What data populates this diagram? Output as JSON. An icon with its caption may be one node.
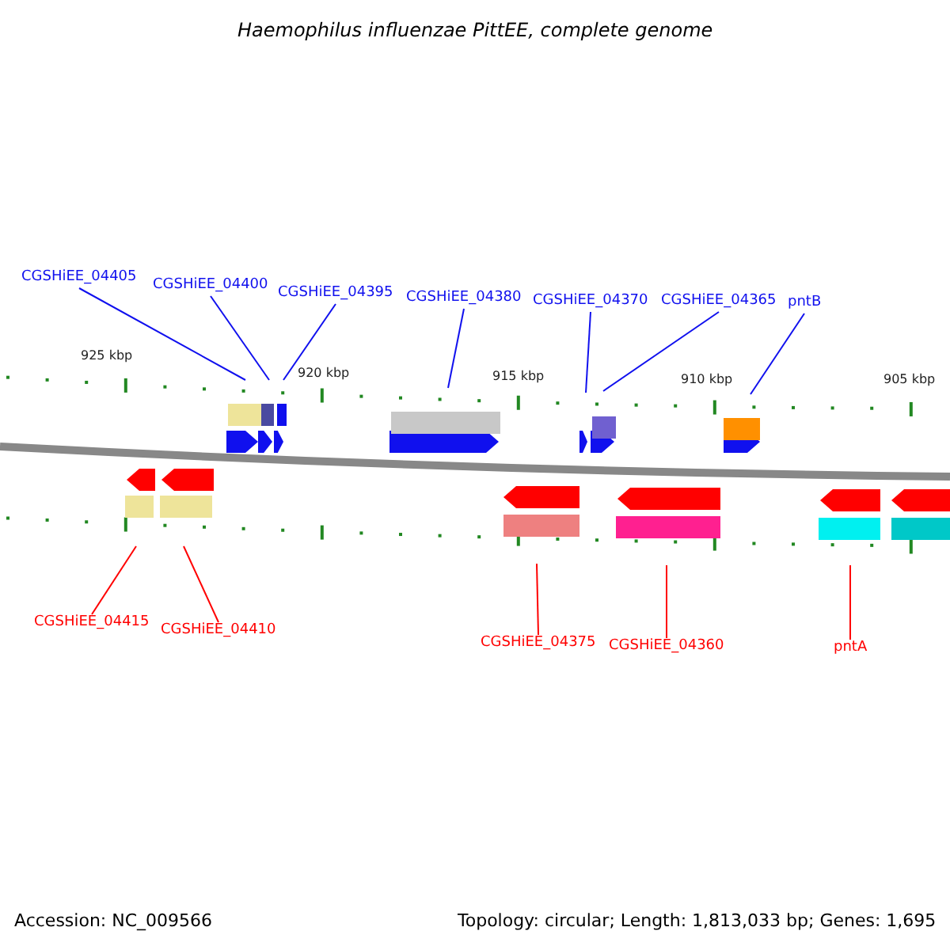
{
  "diagram": {
    "title": "Haemophilus influenzae PittEE, complete genome",
    "nodes": [
      {
        "text": [
          "CGSHiEE_04405"
        ]
      },
      {
        "text": [
          "CGSHiEE_04400"
        ]
      },
      {
        "text": [
          "CGSHiEE_04395"
        ]
      },
      {
        "text": [
          "CGSHiEE_04380"
        ]
      },
      {
        "text": [
          "CGSHiEE_04370"
        ]
      },
      {
        "text": [
          "CGSHiEE_04365"
        ]
      },
      {
        "text": [
          "pntB"
        ]
      },
      {
        "text": [
          "CGSHiEE_04415"
        ]
      },
      {
        "text": [
          "CGSHiEE_04410"
        ]
      },
      {
        "text": [
          "CGSHiEE_04375"
        ]
      },
      {
        "text": [
          "CGSHiEE_04360"
        ]
      },
      {
        "text": [
          "pntA"
        ]
      }
    ],
    "edges": [
      {
        "from": 0,
        "to": null,
        "arrow": "none"
      },
      {
        "from": 1,
        "to": null,
        "arrow": "none"
      },
      {
        "from": 2,
        "to": null,
        "arrow": "none"
      },
      {
        "from": 3,
        "to": null,
        "arrow": "none"
      },
      {
        "from": 4,
        "to": null,
        "arrow": "none"
      },
      {
        "from": 5,
        "to": null,
        "arrow": "none"
      },
      {
        "from": 6,
        "to": null,
        "arrow": "none"
      },
      {
        "from": 7,
        "to": null,
        "arrow": "none",
        "color": "#ff0000"
      },
      {
        "from": 8,
        "to": null,
        "arrow": "none",
        "color": "#ff0000"
      },
      {
        "from": 9,
        "to": null,
        "arrow": "none",
        "color": "#ff0000"
      },
      {
        "from": 10,
        "to": null,
        "arrow": "none",
        "color": "#ff0000"
      },
      {
        "from": 11,
        "to": null,
        "arrow": "none",
        "color": "#ff0000"
      }
    ],
    "labels": [
      "925 kbp",
      "920 kbp",
      "915 kbp",
      "910 kbp",
      "905 kbp",
      "Accession: NC_009566",
      "Topology: circular; Length: 1,813,033 bp; Genes: 1,695"
    ]
  }
}
